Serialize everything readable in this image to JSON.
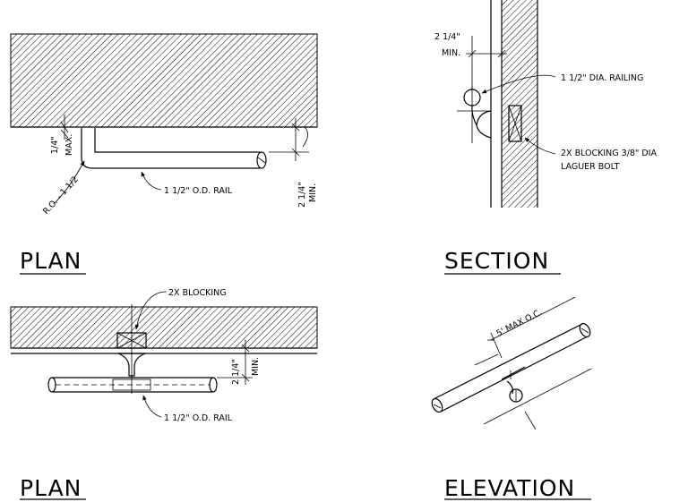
{
  "titles": {
    "plan_top": "PLAN",
    "section": "SECTION",
    "plan_bottom": "PLAN",
    "elevation": "ELEVATION"
  },
  "plan_top": {
    "max_label_1": "1/4\"",
    "max_label_2": "MAX.",
    "radius_label": "R.O. - 1 1/2",
    "rail_label": "1 1/2\" O.D. RAIL",
    "min_label_1": "2 1/4\"",
    "min_label_2": "MIN."
  },
  "section": {
    "min_label_1": "2 1/4\"",
    "min_label_2": "MIN.",
    "railing_label": "1 1/2\" DIA. RAILING",
    "blocking_label_1": "2X BLOCKING 3/8\" DIA",
    "blocking_label_2": "LAGUER BOLT"
  },
  "plan_bottom": {
    "blocking_label": "2X BLOCKING",
    "min_label_1": "2 1/4\"",
    "min_label_2": "MIN.",
    "rail_label": "1 1/2\" O.D. RAIL"
  },
  "elevation": {
    "spacing_label": "5' MAX O.C."
  }
}
